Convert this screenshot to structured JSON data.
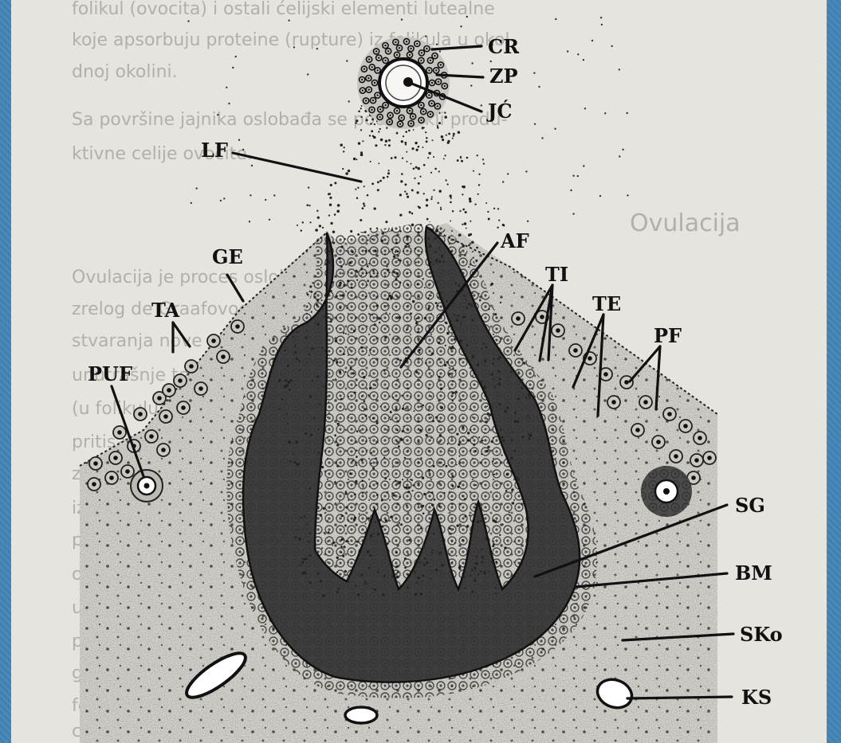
{
  "figure": {
    "labels": {
      "cr": "CR",
      "zp": "ZP",
      "jc": "JĆ",
      "lf": "LF",
      "af": "AF",
      "ge": "GE",
      "ti": "TI",
      "ta": "TA",
      "te": "TE",
      "pf": "PF",
      "puf": "PUF",
      "sg": "SG",
      "bm": "BM",
      "sko": "SKo",
      "ks": "KS"
    }
  },
  "background_text": {
    "heading": "Ovulacija",
    "lines": [
      "folikul (ovocita) i ostali ćelijski elementi lutealne",
      "koje apsorbuju proteine (rupture) iz folikula u okol-",
      "dnoj okolini.",
      "Sa površine jajnika oslobađa se poodmakli produ-",
      "ktivne celije ovocite.",
      "Ovulacija je proces oslobađanja jajne ćelije iz",
      "zrelog de Graafovog folikula. Pojava",
      "stvaranja nove ovulacije i rasta",
      "unutrašnje teke folikula",
      "(u folikulu) povećava",
      "pritisak u antrumu folikula",
      "zidova folikula i",
      "iznad stigme",
      "proces",
      "odlaže",
      "u",
      "prisustvu",
      "gradu",
      "folikula",
      "celije"
    ]
  }
}
